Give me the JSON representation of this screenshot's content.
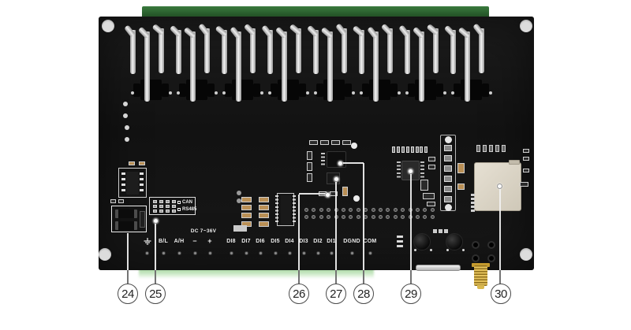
{
  "figure": {
    "type": "annotated-hardware-photo"
  },
  "board": {
    "silkscreen": {
      "can": "CAN",
      "rs485": "RS485",
      "power": "DC 7~36V",
      "terminals": [
        "B/L",
        "A/H",
        "−",
        "+",
        "DI8",
        "DI7",
        "DI6",
        "DI5",
        "DI4",
        "DI3",
        "DI2",
        "DI1",
        "DGND",
        "COM"
      ]
    }
  },
  "callouts": [
    {
      "number": "24"
    },
    {
      "number": "25"
    },
    {
      "number": "26"
    },
    {
      "number": "27"
    },
    {
      "number": "28"
    },
    {
      "number": "29"
    },
    {
      "number": "30"
    }
  ],
  "colors": {
    "board": "#151515",
    "green_connector": "#2f6b33",
    "green_terminal_light": "#a6d6a0",
    "callout_outline": "#4a4a4a",
    "antenna_gold": "#d7ab45"
  }
}
